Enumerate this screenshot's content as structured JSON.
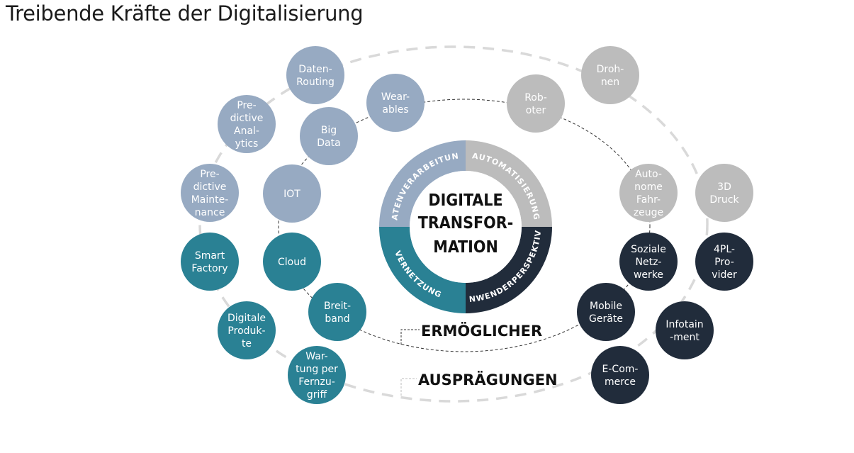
{
  "title": "Treibende Kräfte der Digitalisierung",
  "center": {
    "lines": [
      "DIGITALE",
      "TRANSFOR-",
      "MATION"
    ]
  },
  "ring_segments": [
    {
      "label": "DATENVERARBEITUNG",
      "color": "#97aac2"
    },
    {
      "label": "AUTOMATISIERUNG",
      "color": "#bcbcbc"
    },
    {
      "label": "ANWENDERPERSPEKTIVE",
      "color": "#212c3b"
    },
    {
      "label": "VERNETZUNG",
      "color": "#2a8194"
    }
  ],
  "categories": {
    "enablers": "ERMÖGLICHER",
    "manifestations": "AUSPRÄGUNGEN"
  },
  "colors": {
    "blue_gray": "#97aac2",
    "gray": "#bcbcbc",
    "dark": "#212c3b",
    "teal": "#2a8194"
  },
  "nodes": [
    {
      "id": "daten-routing",
      "lines": [
        "Daten-",
        "Routing"
      ],
      "color": "blue_gray"
    },
    {
      "id": "predictive-analytics",
      "lines": [
        "Pre-",
        "dictive",
        "Anal-",
        "ytics"
      ],
      "color": "blue_gray"
    },
    {
      "id": "predictive-maintenance",
      "lines": [
        "Pre-",
        "dictive",
        "Mainte-",
        "nance"
      ],
      "color": "blue_gray"
    },
    {
      "id": "wearables",
      "lines": [
        "Wear-",
        "ables"
      ],
      "color": "blue_gray"
    },
    {
      "id": "big-data",
      "lines": [
        "Big",
        "Data"
      ],
      "color": "blue_gray"
    },
    {
      "id": "iot",
      "lines": [
        "IOT"
      ],
      "color": "blue_gray"
    },
    {
      "id": "roboter",
      "lines": [
        "Rob-",
        "oter"
      ],
      "color": "gray"
    },
    {
      "id": "drohnen",
      "lines": [
        "Droh-",
        "nen"
      ],
      "color": "gray"
    },
    {
      "id": "autonome-fahrzeuge",
      "lines": [
        "Auto-",
        "nome",
        "Fahr-",
        "zeuge"
      ],
      "color": "gray"
    },
    {
      "id": "3d-druck",
      "lines": [
        "3D",
        "Druck"
      ],
      "color": "gray"
    },
    {
      "id": "smart-factory",
      "lines": [
        "Smart",
        "Factory"
      ],
      "color": "teal"
    },
    {
      "id": "cloud",
      "lines": [
        "Cloud"
      ],
      "color": "teal"
    },
    {
      "id": "breitband",
      "lines": [
        "Breit-",
        "band"
      ],
      "color": "teal"
    },
    {
      "id": "digitale-produkte",
      "lines": [
        "Digitale",
        "Produk-",
        "te"
      ],
      "color": "teal"
    },
    {
      "id": "wartung-fernzugriff",
      "lines": [
        "War-",
        "tung per",
        "Fernzu-",
        "griff"
      ],
      "color": "teal"
    },
    {
      "id": "soziale-netzwerke",
      "lines": [
        "Soziale",
        "Netz-",
        "werke"
      ],
      "color": "dark"
    },
    {
      "id": "4pl-provider",
      "lines": [
        "4PL-",
        "Pro-",
        "vider"
      ],
      "color": "dark"
    },
    {
      "id": "mobile-geraete",
      "lines": [
        "Mobile",
        "Geräte"
      ],
      "color": "dark"
    },
    {
      "id": "infotainment",
      "lines": [
        "Infotain",
        "-ment"
      ],
      "color": "dark"
    },
    {
      "id": "e-commerce",
      "lines": [
        "E-Com-",
        "merce"
      ],
      "color": "dark"
    }
  ]
}
